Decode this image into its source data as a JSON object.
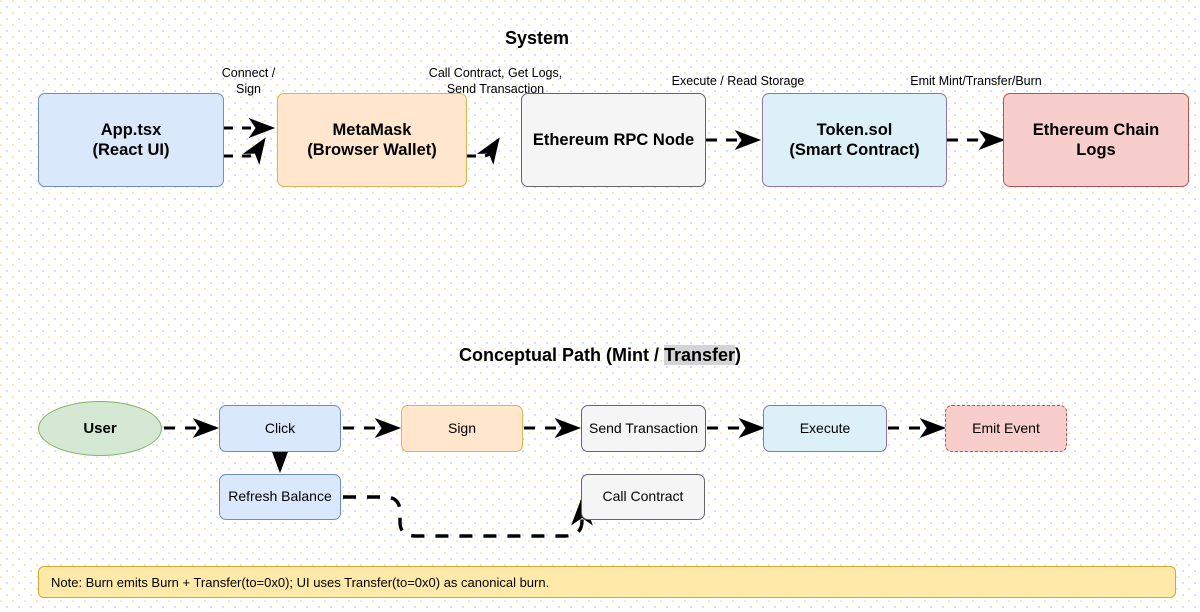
{
  "canvas": {
    "background": "#ffffff",
    "grid_dot_colors": [
      "#ebcd5a",
      "#96a0e6"
    ]
  },
  "sections": [
    {
      "id": "system",
      "title": "System"
    },
    {
      "id": "conceptual",
      "title_prefix": "Conceptual Path (Mint / ",
      "title_highlight": "Transfer",
      "title_suffix": ")",
      "title_full": "Conceptual Path (Mint / Transfer)",
      "highlight_color": "#d4d4d4"
    }
  ],
  "system": {
    "nodes": [
      {
        "id": "app",
        "label": "App.tsx\n(React UI)",
        "fill": "#dae8fc",
        "stroke": "#6c8ebf"
      },
      {
        "id": "metamask",
        "label": "MetaMask\n(Browser Wallet)",
        "fill": "#ffe6cc",
        "stroke": "#d6b656"
      },
      {
        "id": "rpc",
        "label": "Ethereum RPC Node",
        "fill": "#f5f5f5",
        "stroke": "#666666"
      },
      {
        "id": "token",
        "label": "Token.sol\n(Smart Contract)",
        "fill": "#dcf0f8",
        "stroke": "#9673a6"
      },
      {
        "id": "logs",
        "label": "Ethereum Chain\nLogs",
        "fill": "#f8cecc",
        "stroke": "#b85450"
      }
    ],
    "edge_labels": [
      {
        "id": "app-metamask",
        "text": "Connect /\nSign"
      },
      {
        "id": "metamask-rpc",
        "text": "Call Contract, Get Logs,\nSend Transaction"
      },
      {
        "id": "rpc-token",
        "text": "Execute / Read Storage"
      },
      {
        "id": "token-logs",
        "text": "Emit Mint/Transfer/Burn"
      }
    ]
  },
  "conceptual": {
    "nodes": [
      {
        "id": "user",
        "label": "User",
        "shape": "ellipse",
        "fill": "#d5e8d4",
        "stroke": "#82b366"
      },
      {
        "id": "click",
        "label": "Click",
        "shape": "box",
        "fill": "#dae8fc",
        "stroke": "#6c8ebf"
      },
      {
        "id": "sign",
        "label": "Sign",
        "shape": "box",
        "fill": "#ffe6cc",
        "stroke": "#d6b656"
      },
      {
        "id": "send-transaction",
        "label": "Send Transaction",
        "shape": "box",
        "fill": "#f5f5f5",
        "stroke": "#666666"
      },
      {
        "id": "execute",
        "label": "Execute",
        "shape": "box",
        "fill": "#dcf0f8",
        "stroke": "#9673a6"
      },
      {
        "id": "emit-event",
        "label": "Emit Event",
        "shape": "box-dashed",
        "fill": "#f8cecc",
        "stroke": "#b85450"
      },
      {
        "id": "refresh-balance",
        "label": "Refresh Balance",
        "shape": "box",
        "fill": "#dae8fc",
        "stroke": "#6c8ebf"
      },
      {
        "id": "call-contract",
        "label": "Call Contract",
        "shape": "box",
        "fill": "#f5f5f5",
        "stroke": "#666666"
      }
    ]
  },
  "note": {
    "text": "Note: Burn emits Burn + Transfer(to=0x0); UI uses Transfer(to=0x0) as canonical burn.",
    "fill": "#ffe9a8",
    "stroke": "#d6a72e"
  }
}
